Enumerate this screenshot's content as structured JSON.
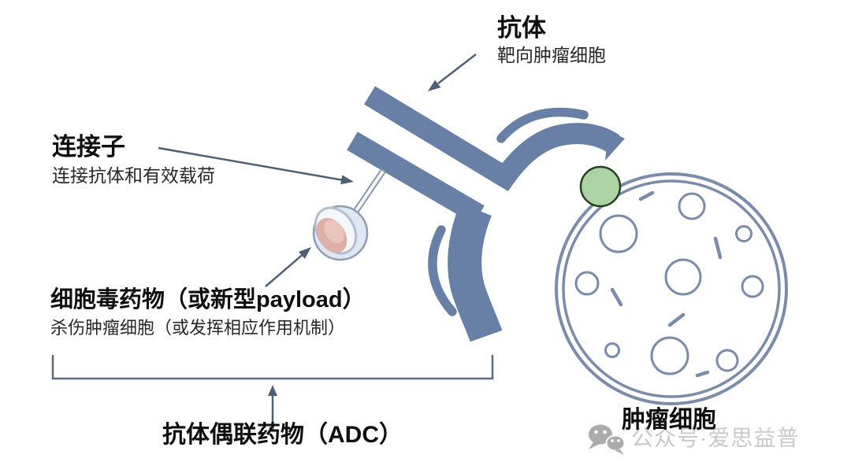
{
  "labels": {
    "antibody": {
      "title": "抗体",
      "desc": "靶向肿瘤细胞"
    },
    "linker": {
      "title": "连接子",
      "desc": "连接抗体和有效载荷"
    },
    "payload": {
      "title": "细胞毒药物（或新型payload）",
      "desc": "杀伤肿瘤细胞（或发挥相应作用机制）"
    },
    "adc": {
      "title": "抗体偶联药物（ADC）"
    },
    "tumor_cell": {
      "title": "肿瘤细胞"
    },
    "watermark": {
      "text": "公众号·爱思益普",
      "icon": "wechat-icon"
    }
  },
  "colors": {
    "antibody_blue": "#6880a5",
    "cell_outline": "#7b8cab",
    "receptor_green_fill": "#abd3a4",
    "receptor_green_stroke": "#24411f",
    "payload_sphere_fill": "#dde8f4",
    "payload_core_pink": "#dfafa7",
    "annotation_arrow_gray": "#4e6075",
    "watermark_gray": "#c9c9c9",
    "text_black": "#111111"
  }
}
